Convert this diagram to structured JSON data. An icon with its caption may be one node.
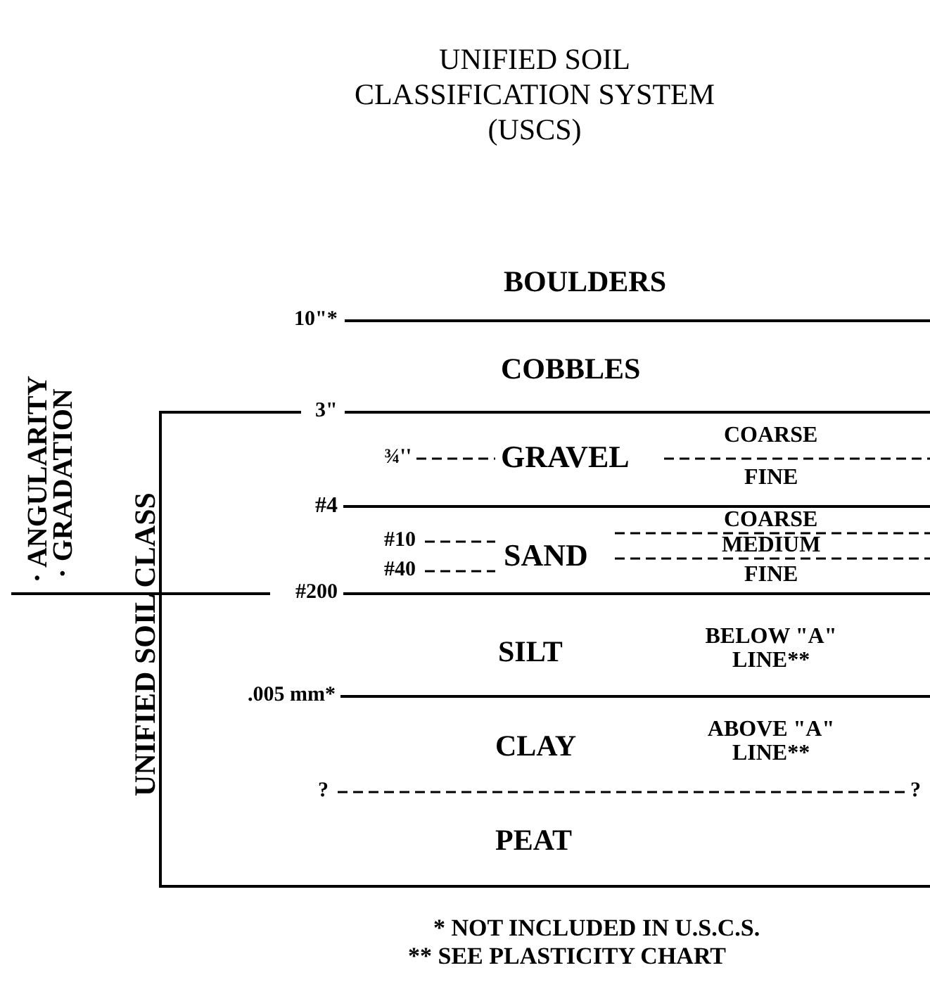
{
  "diagram": {
    "title": "UNIFIED SOIL CLASSIFICATION SYSTEM (USCS)",
    "labels": [
      "BOULDERS",
      "10\"*",
      "COBBLES",
      "· ANGULARITY",
      "· GRADATION",
      "3\"",
      "UNIFIED SOIL CLASS",
      "¾''",
      "GRAVEL",
      "COARSE",
      "FINE",
      "#4",
      "#10",
      "COARSE",
      "#40",
      "SAND",
      "MEDIUM",
      "FINE",
      "#200",
      "SILT",
      "BELOW \"A\" LINE**",
      ".005 mm*",
      "CLAY",
      "ABOVE \"A\" LINE**",
      "?",
      "?",
      "PEAT",
      "* NOT INCLUDED IN U.S.C.S.",
      "** SEE PLASTICITY CHART"
    ]
  }
}
